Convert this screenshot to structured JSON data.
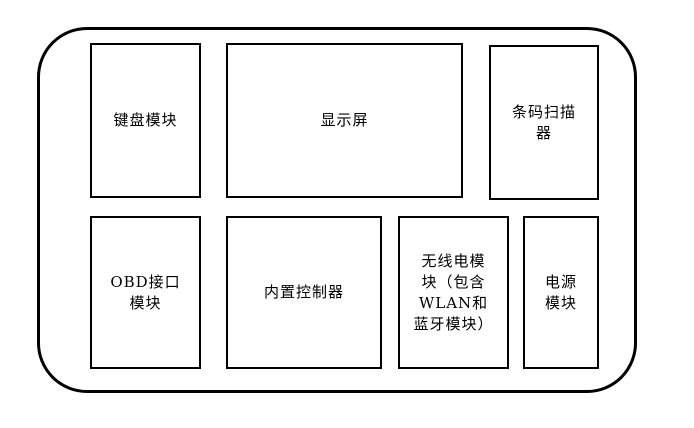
{
  "diagram": {
    "modules": {
      "keyboard": "键盘模块",
      "display": "显示屏",
      "barcode": "条码扫描\n器",
      "obd": "OBD接口\n模块",
      "controller": "内置控制器",
      "wireless": "无线电模\n块（包含\nWLAN和\n蓝牙模块）",
      "power": "电源\n模块"
    }
  }
}
